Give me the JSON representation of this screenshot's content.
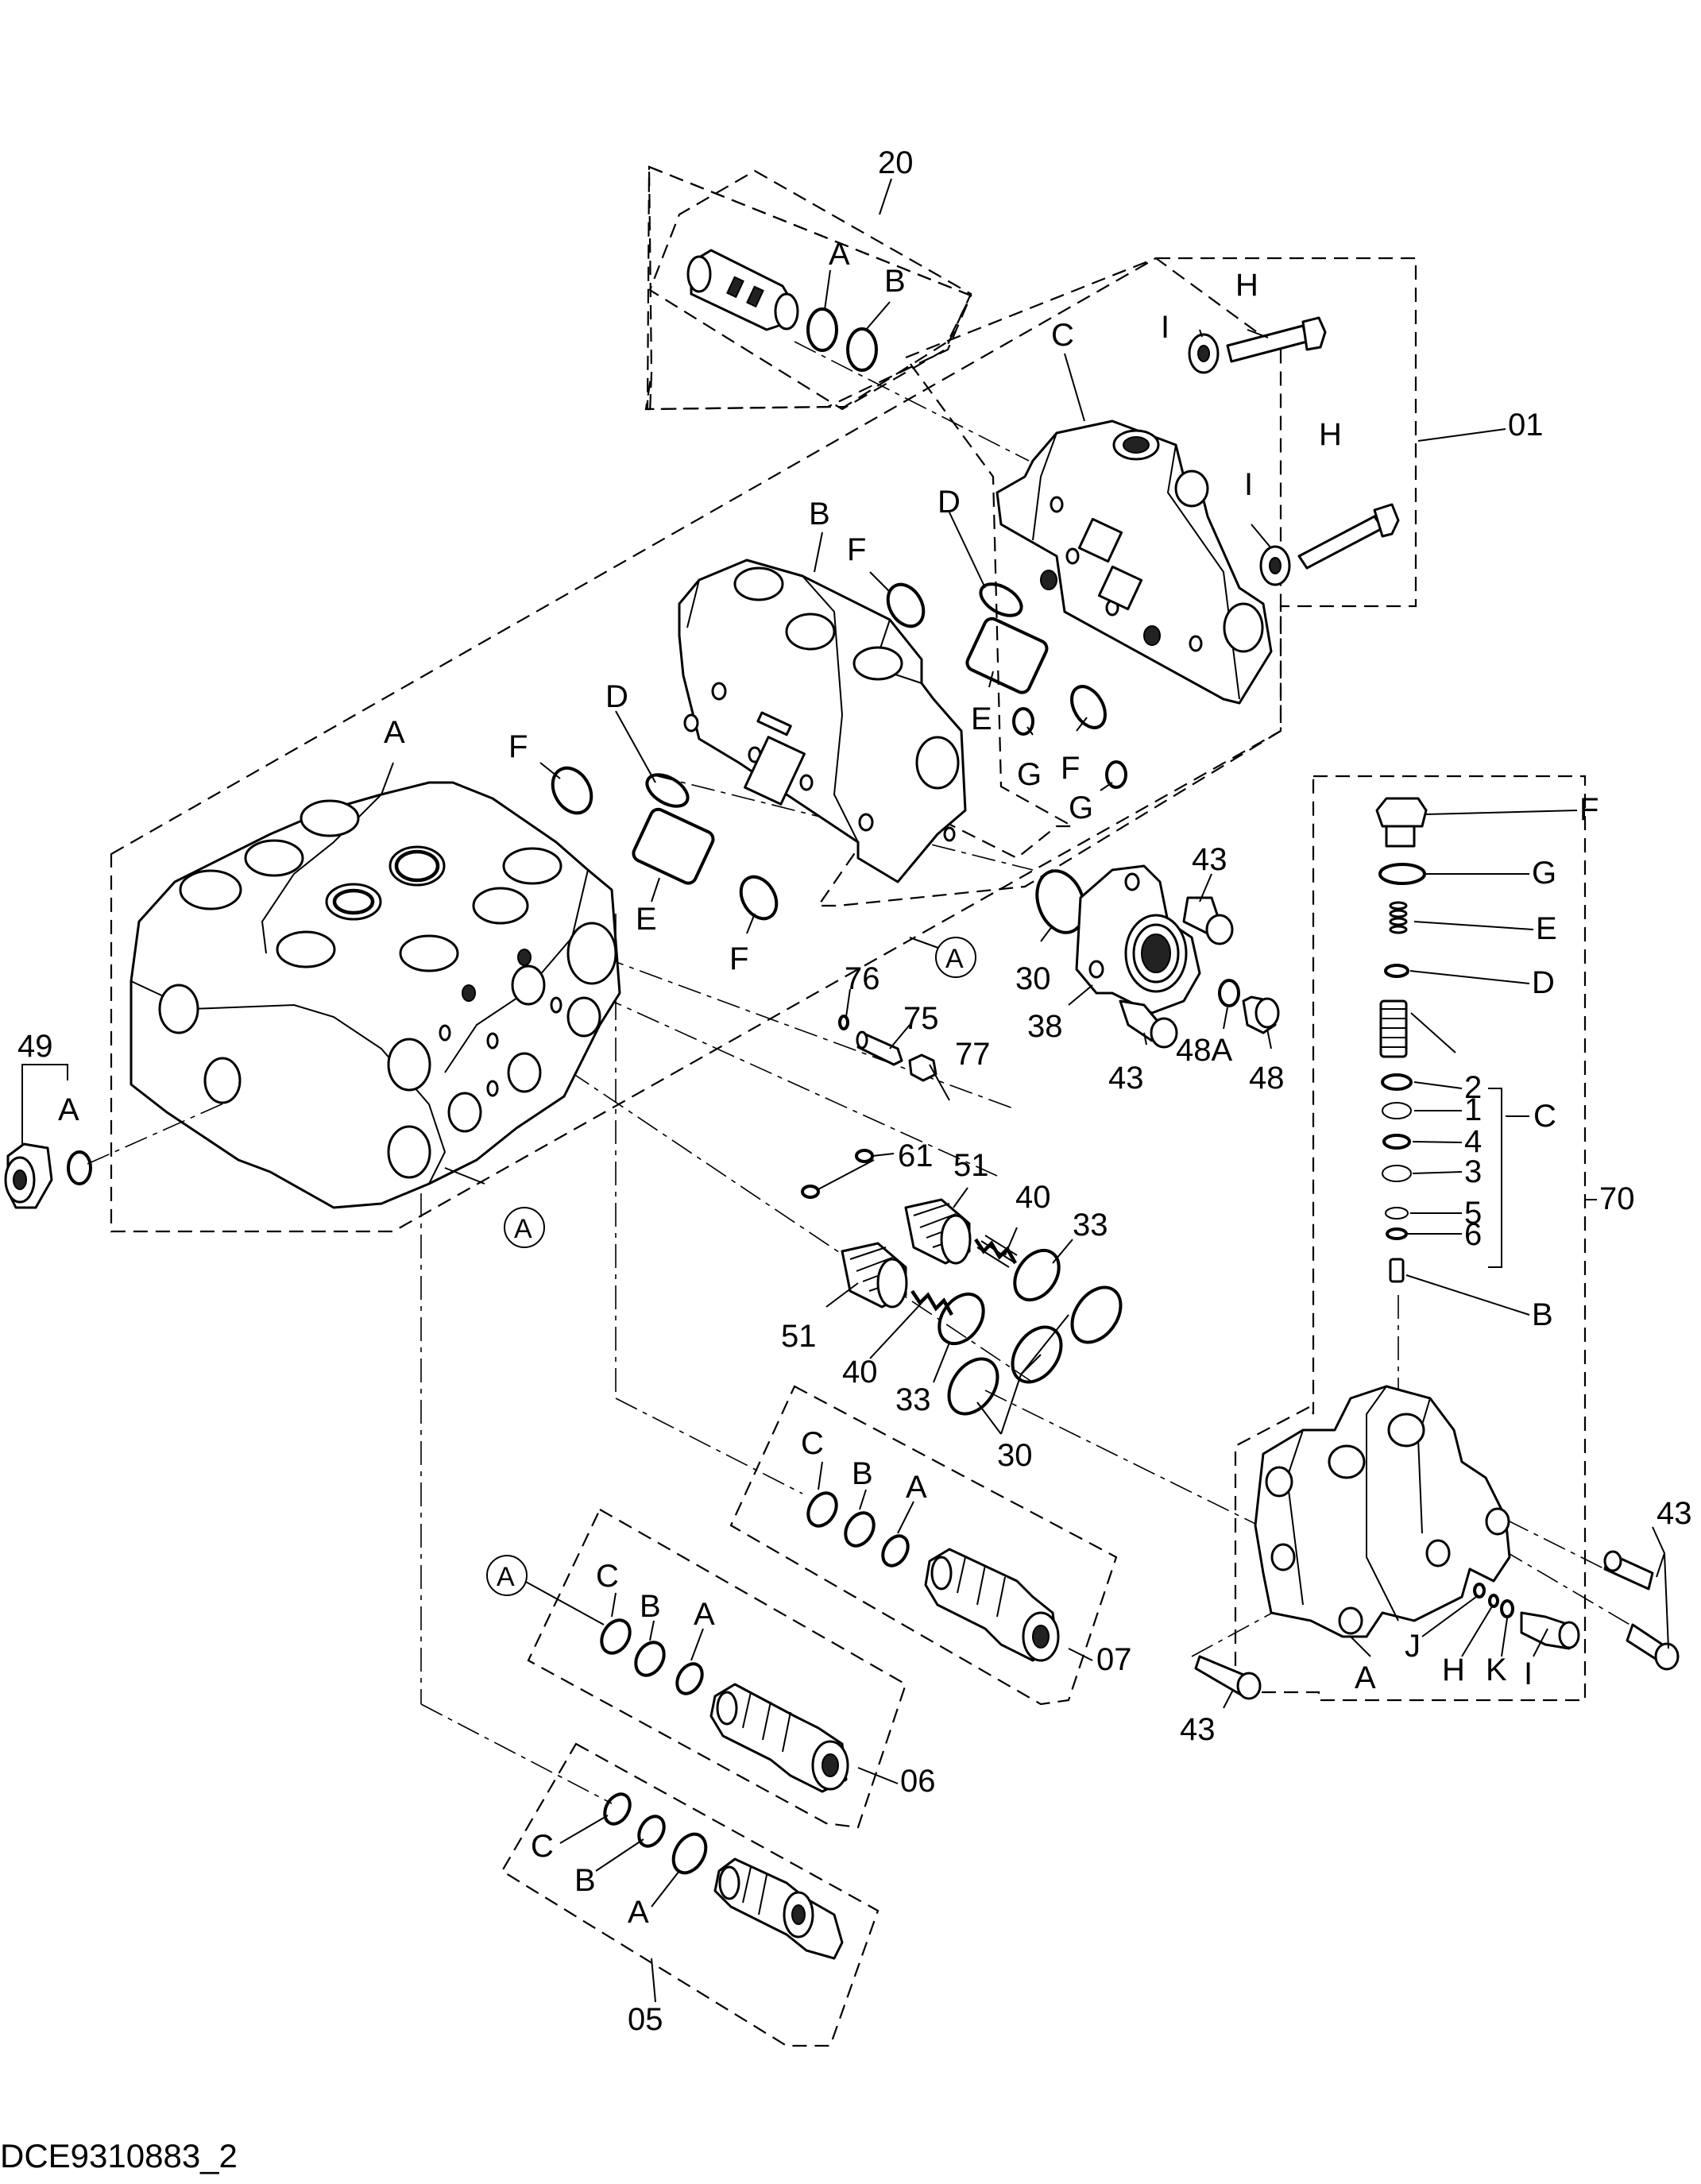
{
  "caption": "DCE9310883_2",
  "groups": {
    "g20": "20",
    "g01": "01",
    "g70": "70",
    "g07": "07",
    "g06": "06",
    "g05": "05"
  },
  "labels": {
    "A_body": "A",
    "B_body": "B",
    "C_body": "C",
    "A_20": "A",
    "B_20": "B",
    "H1": "H",
    "H2": "H",
    "I1": "I",
    "I2": "I",
    "F1": "F",
    "D1": "D",
    "E1": "E",
    "G1": "G",
    "F2": "F",
    "G2": "G",
    "F3": "F",
    "D2": "D",
    "E2": "E",
    "F4": "F",
    "circA1": "A",
    "circA2": "A",
    "circA3": "A",
    "n49": "49",
    "A_49": "A",
    "n43a": "43",
    "n43b": "43",
    "n43c": "43",
    "n43d": "43",
    "n30a": "30",
    "n30b": "30",
    "n38": "38",
    "n48A": "48A",
    "n48": "48",
    "n76": "76",
    "n75": "75",
    "n77": "77",
    "n61": "61",
    "n51a": "51",
    "n51b": "51",
    "n40a": "40",
    "n40b": "40",
    "n33a": "33",
    "n33b": "33",
    "F70": "F",
    "G70": "G",
    "E70": "E",
    "D70": "D",
    "C70": "C",
    "B70": "B",
    "c2": "2",
    "c1": "1",
    "c4": "4",
    "c3": "3",
    "c5": "5",
    "c6": "6",
    "A70": "A",
    "J70": "J",
    "H70": "H",
    "K70": "K",
    "I70": "I",
    "C07": "C",
    "B07": "B",
    "A07": "A",
    "C06": "C",
    "B06": "B",
    "A06": "A",
    "C05": "C",
    "B05": "B",
    "A05": "A"
  }
}
